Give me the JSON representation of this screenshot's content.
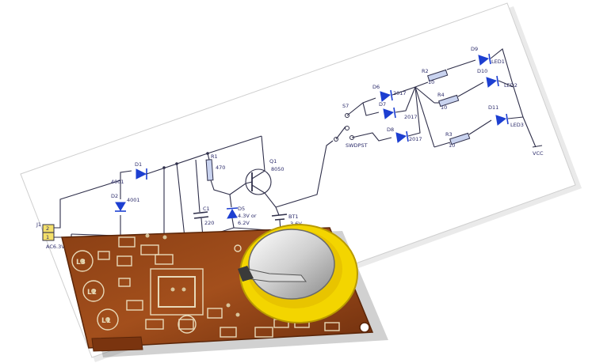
{
  "schematic": {
    "labels": {
      "j1": "J1",
      "ac": "AC6.3V",
      "pin2": "2",
      "pin1": "1",
      "d1": "D1",
      "d1_part": "4001",
      "d2": "D2",
      "d2_part": "4001",
      "r1": "R1",
      "r1_val": "470",
      "c1": "C1",
      "c1_val": "220",
      "q1": "Q1",
      "q1_part": "8050",
      "d5": "D5",
      "d5_val1": "4.3V or",
      "d5_val2": "6.2V",
      "bt1": "BT1",
      "bt1_val": "3.6V",
      "s7": "S7",
      "sw": "SWDPST",
      "d6": "D6",
      "d6_part": "2017",
      "d7": "D7",
      "d7_part": "2017",
      "d8": "D8",
      "d8_part": "2017",
      "r2": "R2",
      "r2_val": "10",
      "r4": "R4",
      "r4_val": "10",
      "r3": "R3",
      "r3_val": "10",
      "d9": "D9",
      "d10": "D10",
      "d11": "D11",
      "led1": "LED1",
      "led2": "LED2",
      "led3": "LED3",
      "vcc": "VCC"
    }
  },
  "pcb": {
    "labels": {
      "l3": "L3",
      "l2": "L2",
      "l1": "L1"
    }
  }
}
